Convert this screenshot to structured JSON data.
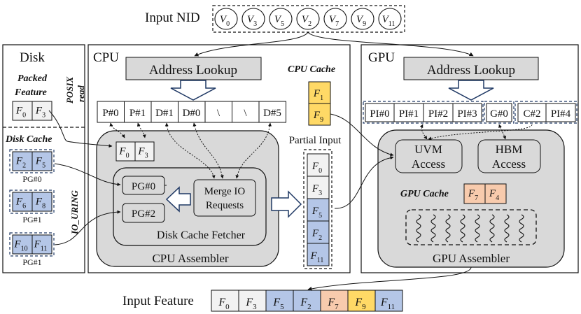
{
  "input_nid": {
    "label": "Input NID",
    "nodes": [
      {
        "base": "V",
        "sub": "0"
      },
      {
        "base": "V",
        "sub": "3"
      },
      {
        "base": "V",
        "sub": "5"
      },
      {
        "base": "V",
        "sub": "2"
      },
      {
        "base": "V",
        "sub": "7"
      },
      {
        "base": "V",
        "sub": "9"
      },
      {
        "base": "V",
        "sub": "11"
      }
    ]
  },
  "disk": {
    "title": "Disk",
    "packed_label_1": "Packed",
    "packed_label_2": "Feature",
    "packed_features": [
      {
        "base": "F",
        "sub": "0"
      },
      {
        "base": "F",
        "sub": "3"
      }
    ],
    "cache_title": "Disk Cache",
    "pages": [
      {
        "label": "PG#0",
        "features": [
          {
            "base": "F",
            "sub": "2"
          },
          {
            "base": "F",
            "sub": "5"
          }
        ]
      },
      {
        "label": "PG#1",
        "features": [
          {
            "base": "F",
            "sub": "6"
          },
          {
            "base": "F",
            "sub": "8"
          }
        ]
      },
      {
        "label": "PG#1",
        "features": [
          {
            "base": "F",
            "sub": "10"
          },
          {
            "base": "F",
            "sub": "11"
          }
        ]
      }
    ]
  },
  "annotations": {
    "posix_1": "POSIX",
    "posix_2": "read",
    "io_uring": "IO_URING"
  },
  "cpu": {
    "title": "CPU",
    "address_lookup": "Address Lookup",
    "lookup_cells": [
      "P#0",
      "P#1",
      "D#1",
      "D#0",
      "\\",
      "\\",
      "D#5"
    ],
    "cache_title": "CPU Cache",
    "cache_features": [
      {
        "base": "F",
        "sub": "1"
      },
      {
        "base": "F",
        "sub": "9"
      }
    ],
    "assembler_title": "CPU Assembler",
    "assembler_features": [
      {
        "base": "F",
        "sub": "0"
      },
      {
        "base": "F",
        "sub": "3"
      }
    ],
    "fetcher_title": "Disk Cache Fetcher",
    "fetch_pages": [
      "PG#0",
      "PG#2"
    ],
    "merge_1": "Merge IO",
    "merge_2": "Requests"
  },
  "partial_input": {
    "title": "Partial Input",
    "features": [
      {
        "base": "F",
        "sub": "0"
      },
      {
        "base": "F",
        "sub": "3"
      },
      {
        "base": "F",
        "sub": "5"
      },
      {
        "base": "F",
        "sub": "2"
      },
      {
        "base": "F",
        "sub": "11"
      }
    ]
  },
  "gpu": {
    "title": "GPU",
    "address_lookup": "Address Lookup",
    "lookup_cells": [
      "PI#0",
      "PI#1",
      "PI#2",
      "PI#3",
      "G#0",
      "C#2",
      "PI#4"
    ],
    "uvm_1": "UVM",
    "uvm_2": "Access",
    "hbm_1": "HBM",
    "hbm_2": "Access",
    "cache_title": "GPU Cache",
    "cache_features": [
      {
        "base": "F",
        "sub": "7"
      },
      {
        "base": "F",
        "sub": "4"
      }
    ],
    "assembler_title": "GPU Assembler"
  },
  "input_feature": {
    "label": "Input Feature",
    "features": [
      {
        "base": "F",
        "sub": "0"
      },
      {
        "base": "F",
        "sub": "3"
      },
      {
        "base": "F",
        "sub": "5"
      },
      {
        "base": "F",
        "sub": "2"
      },
      {
        "base": "F",
        "sub": "7"
      },
      {
        "base": "F",
        "sub": "9"
      },
      {
        "base": "F",
        "sub": "11"
      }
    ]
  },
  "colors": {
    "plain": "#f2f2f2",
    "disk_blue": "#b4c6e7",
    "cpu_yellow": "#ffd966",
    "gpu_orange": "#f8cbad",
    "panel_gray": "#d9d9d9"
  }
}
